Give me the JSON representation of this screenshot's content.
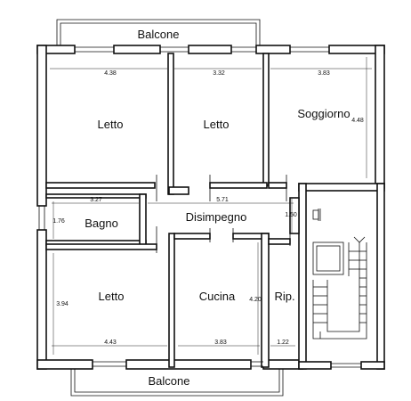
{
  "plan": {
    "rooms": {
      "balcony_top": "Balcone",
      "balcony_bottom": "Balcone",
      "bedroom_1": "Letto",
      "bedroom_2": "Letto",
      "bedroom_3": "Letto",
      "living": "Soggiorno",
      "bathroom": "Bagno",
      "hallway": "Disimpegno",
      "kitchen": "Cucina",
      "storage": "Rip."
    },
    "dimensions": {
      "bedroom_1_width": "4.38",
      "bedroom_2_width": "3.32",
      "living_width": "3.83",
      "living_depth": "4.48",
      "bathroom_width": "3.27",
      "bathroom_depth": "1.76",
      "hallway_width": "5.71",
      "hallway_depth": "1.50",
      "bedroom_3_depth": "3.94",
      "bedroom_3_width": "4.43",
      "kitchen_width": "3.83",
      "kitchen_depth": "4.20",
      "storage_width": "1.22"
    }
  }
}
